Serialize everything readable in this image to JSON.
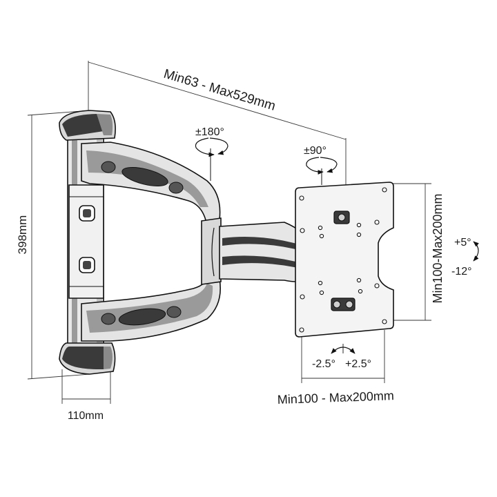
{
  "labels": {
    "arm_length": "Min63 - Max529mm",
    "swivel_arm": "±180°",
    "swivel_plate": "±90°",
    "height": "398mm",
    "base_width": "110mm",
    "vesa_vertical": "Min100-Max200mm",
    "vesa_horizontal": "Min100 - Max200mm",
    "tilt_up": "+5°",
    "tilt_down": "-12°",
    "level_minus": "-2.5°",
    "level_plus": "+2.5°"
  },
  "colors": {
    "ink": "#111111",
    "body": "#e8e8e8",
    "shade": "#8a8a8a",
    "dark": "#3a3a3a"
  }
}
